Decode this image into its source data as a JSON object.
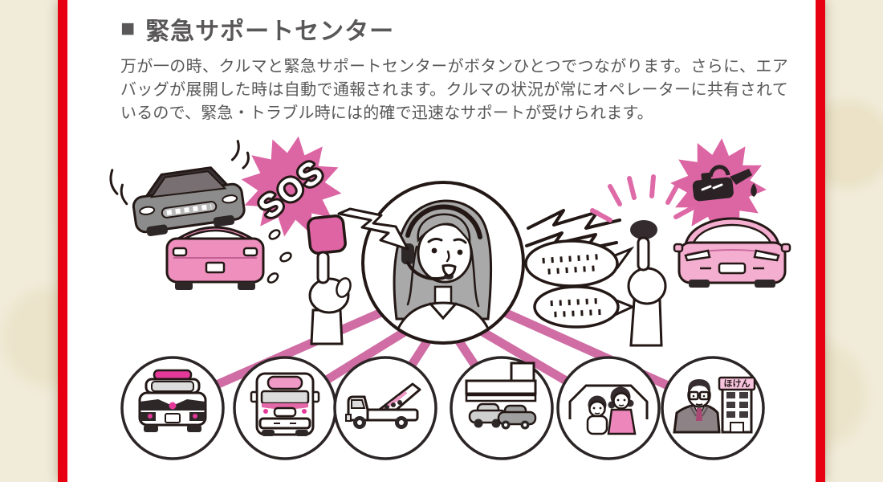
{
  "page": {
    "colors": {
      "frame_red": "#e60012",
      "paper_background": "#f1ecda",
      "panel": "#ffffff",
      "text_gray": "#595757",
      "outline_ink": "#231815",
      "accent_pink": "#dc66a4",
      "connector_line_pink": "#cf6da4",
      "light_pink": "#f4aed0",
      "strong_pink": "#e5399a"
    }
  },
  "header": {
    "bullet": "■",
    "title": "緊急サポートセンター"
  },
  "description": "万が一の時、クルマと緊急サポートセンターがボタンひとつでつながります。さらに、エアバッグが展開した時は自動で通報されます。クルマの状況が常にオペレーターに共有されているので、緊急・トラブル時には的確で迅速なサポートが受けられます。",
  "illustration": {
    "sos_label": "SOS",
    "insurance_sign_label": "ほけん",
    "center_node": "operator-with-headset",
    "left_scene": [
      "crashed-gray-car",
      "crashed-pink-car",
      "sos-burst",
      "hand-pressing-sos-button",
      "lightning-signal"
    ],
    "right_scene": [
      "signal-zigzags",
      "speech-bubbles",
      "hand-pressing-overhead-button",
      "oil-warning-burst",
      "pink-car-front"
    ],
    "connected_nodes": [
      "police-car",
      "ambulance",
      "tow-truck",
      "car-dealer",
      "family-home",
      "insurance-company"
    ]
  }
}
